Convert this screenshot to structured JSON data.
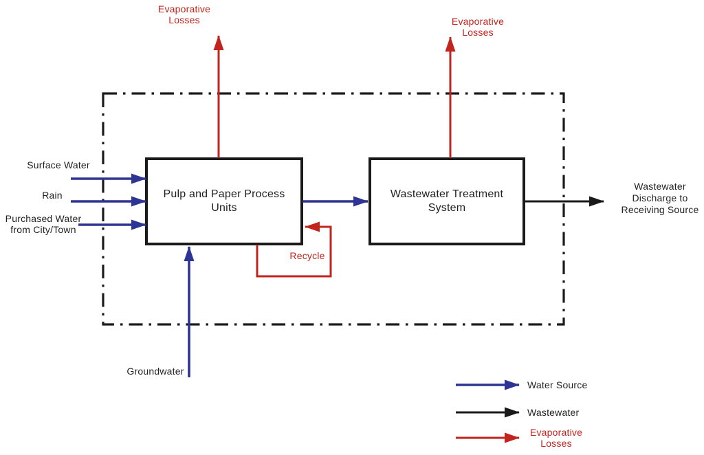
{
  "colors": {
    "water_source": "#2e3493",
    "wastewater": "#1a1a1a",
    "evaporative_losses": "#c2231d"
  },
  "nodes": {
    "process_units_line1": "Pulp and Paper Process",
    "process_units_line2": "Units",
    "treatment_line1": "Wastewater Treatment",
    "treatment_line2": "System"
  },
  "labels": {
    "evaporative_left_line1": "Evaporative",
    "evaporative_left_line2": "Losses",
    "evaporative_right_line1": "Evaporative",
    "evaporative_right_line2": "Losses",
    "surface_water": "Surface Water",
    "rain": "Rain",
    "purchased_water_line1": "Purchased Water",
    "purchased_water_line2": "from City/Town",
    "groundwater": "Groundwater",
    "recycle": "Recycle",
    "discharge_line1": "Wastewater",
    "discharge_line2": "Discharge to",
    "discharge_line3": "Receiving Source"
  },
  "legend": {
    "water_source": "Water Source",
    "wastewater": "Wastewater",
    "evaporative_line1": "Evaporative",
    "evaporative_line2": "Losses"
  }
}
